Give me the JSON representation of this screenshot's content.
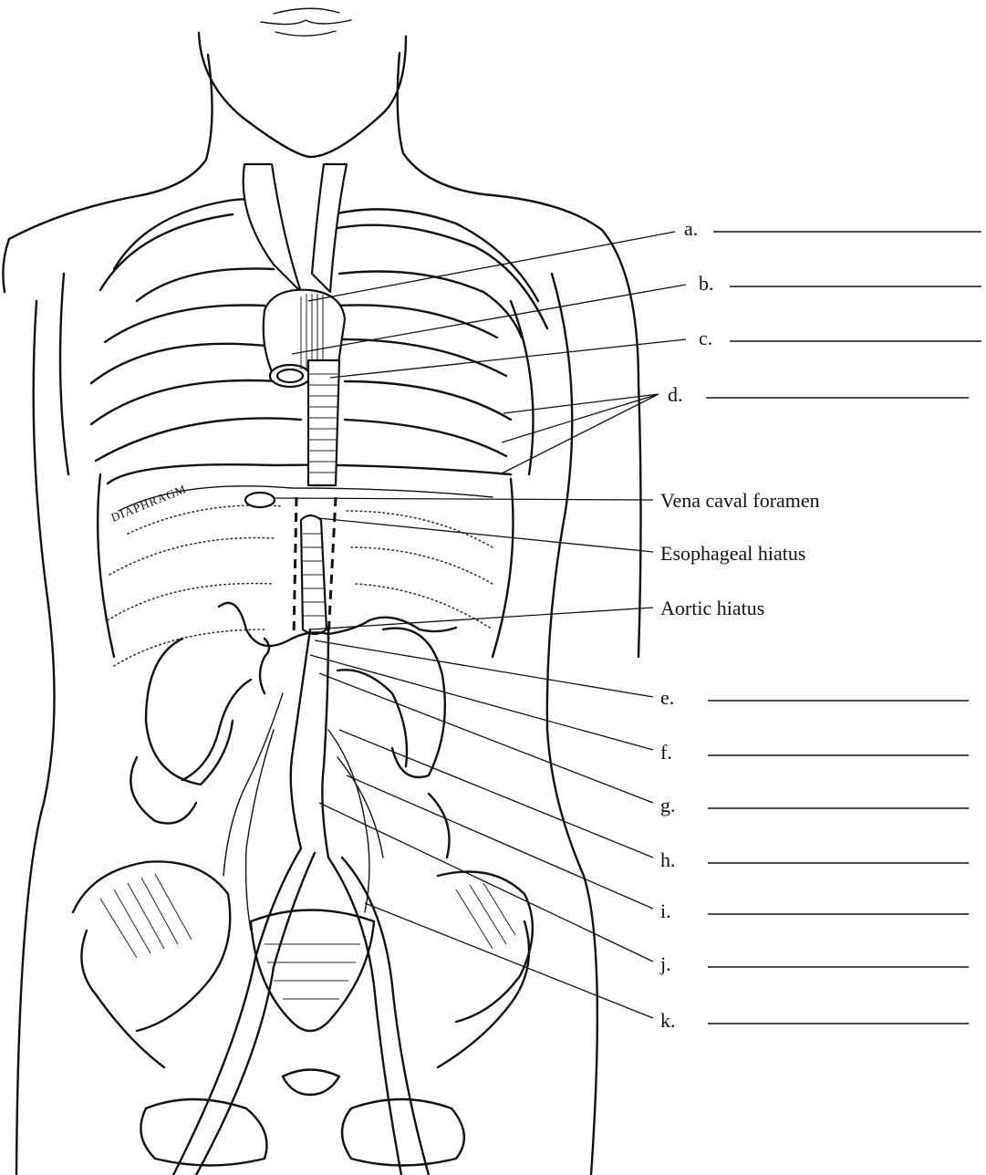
{
  "diagram": {
    "diaphragm_label": "DIAPHRAGM",
    "labels": [
      {
        "id": "a",
        "text": "a."
      },
      {
        "id": "b",
        "text": "b."
      },
      {
        "id": "c",
        "text": "c."
      },
      {
        "id": "d",
        "text": "d."
      },
      {
        "id": "vena-caval",
        "text": "Vena caval foramen"
      },
      {
        "id": "esophageal",
        "text": "Esophageal hiatus"
      },
      {
        "id": "aortic",
        "text": "Aortic hiatus"
      },
      {
        "id": "e",
        "text": "e."
      },
      {
        "id": "f",
        "text": "f."
      },
      {
        "id": "g",
        "text": "g."
      },
      {
        "id": "h",
        "text": "h."
      },
      {
        "id": "i",
        "text": "i."
      },
      {
        "id": "j",
        "text": "j."
      },
      {
        "id": "k",
        "text": "k."
      }
    ]
  }
}
